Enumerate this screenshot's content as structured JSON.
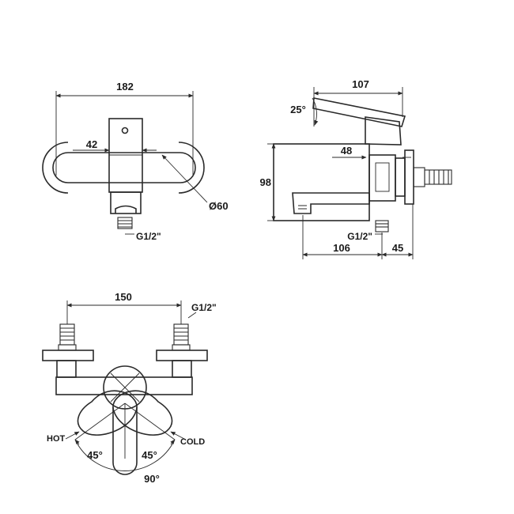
{
  "dimensions": {
    "front_width": "182",
    "front_inner": "42",
    "front_diameter": "Ø60",
    "front_thread": "G1/2\"",
    "side_top_width": "107",
    "side_angle": "25°",
    "side_depth": "48",
    "side_height": "98",
    "side_thread": "G1/2\"",
    "side_spout": "106",
    "side_outlet": "45",
    "top_centers": "150",
    "top_thread": "G1/2\"",
    "angle_left": "45°",
    "angle_right": "45°",
    "angle_total": "90°"
  },
  "labels": {
    "hot": "HOT",
    "cold": "COLD"
  }
}
